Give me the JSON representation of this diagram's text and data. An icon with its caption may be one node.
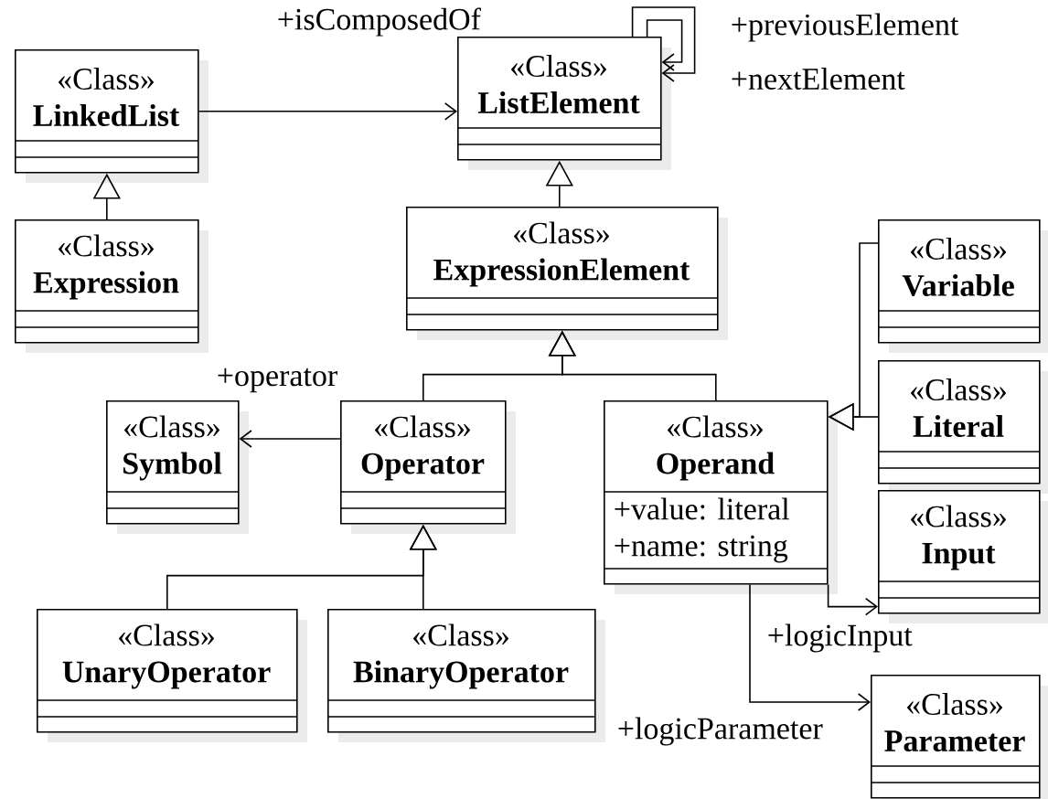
{
  "diagram": {
    "nodes": [
      {
        "text": [
          "«Class»",
          "LinkedList"
        ]
      },
      {
        "text": [
          "«Class»",
          "ListElement"
        ]
      },
      {
        "text": [
          "«Class»",
          "Expression"
        ]
      },
      {
        "text": [
          "«Class»",
          "ExpressionElement"
        ]
      },
      {
        "text": [
          "«Class»",
          "Symbol"
        ]
      },
      {
        "text": [
          "«Class»",
          "Operator"
        ]
      },
      {
        "text": [
          "«Class»",
          "Operand",
          "+value: literal",
          "+name: string"
        ]
      },
      {
        "text": [
          "«Class»",
          "Variable"
        ]
      },
      {
        "text": [
          "«Class»",
          "Literal"
        ]
      },
      {
        "text": [
          "«Class»",
          "Input"
        ]
      },
      {
        "text": [
          "«Class»",
          "UnaryOperator"
        ]
      },
      {
        "text": [
          "«Class»",
          "BinaryOperator"
        ]
      },
      {
        "text": [
          "«Class»",
          "Parameter"
        ]
      }
    ],
    "edges": [
      {
        "from": 0,
        "to": 1,
        "arrow": "to",
        "label": "+isComposedOf"
      },
      {
        "from": 1,
        "to": 1,
        "arrow": "to",
        "label": "+previousElement"
      },
      {
        "from": 1,
        "to": 1,
        "arrow": "to",
        "label": "+nextElement"
      },
      {
        "from": 2,
        "to": 0,
        "arrow": "to"
      },
      {
        "from": 3,
        "to": 1,
        "arrow": "to"
      },
      {
        "from": 5,
        "to": 3,
        "arrow": "to"
      },
      {
        "from": 6,
        "to": 3,
        "arrow": "to"
      },
      {
        "from": 7,
        "to": 6,
        "arrow": "to"
      },
      {
        "from": 8,
        "to": 6,
        "arrow": "to"
      },
      {
        "from": 6,
        "to": 9,
        "arrow": "to",
        "label": "+logicInput"
      },
      {
        "from": 6,
        "to": 12,
        "arrow": "to",
        "label": "+logicParameter"
      },
      {
        "from": 5,
        "to": 4,
        "arrow": "to",
        "label": "+operator"
      },
      {
        "from": 10,
        "to": 5,
        "arrow": "to"
      },
      {
        "from": 11,
        "to": 5,
        "arrow": "to"
      }
    ]
  }
}
